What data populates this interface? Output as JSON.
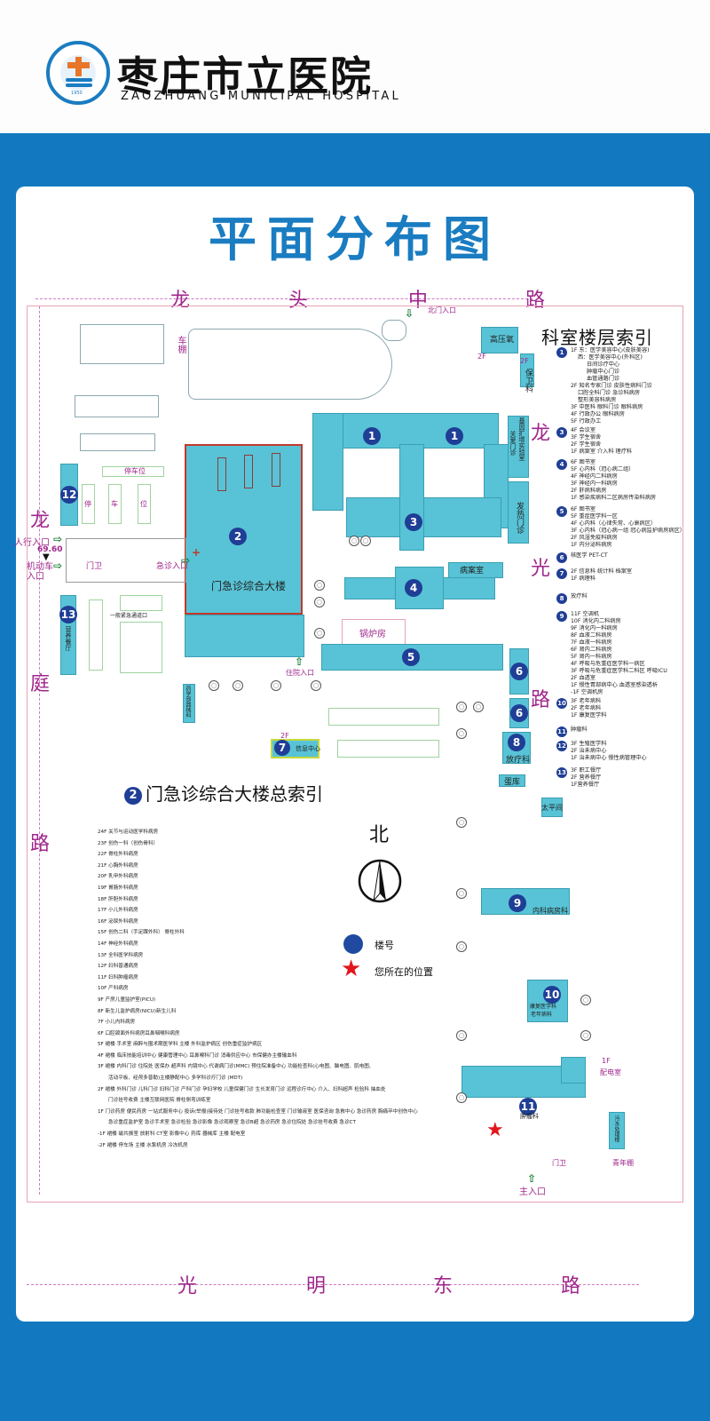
{
  "header": {
    "hospital_name_cn": "枣庄市立医院",
    "hospital_name_en": "ZAOZHUANG MUNICIPAL HOSPITAL",
    "logo_year": "1950"
  },
  "page_title": "平面分布图",
  "roads": {
    "north": [
      "龙",
      "头",
      "中",
      "路"
    ],
    "south": [
      "光",
      "明",
      "东",
      "路"
    ],
    "west": [
      "龙",
      "庭",
      "路"
    ],
    "east": [
      "龙",
      "光",
      "路"
    ]
  },
  "entrances": {
    "north_gate": "北门入口",
    "pedestrian": "人行入口",
    "elevation": "69.60",
    "vehicle": "机动车入口",
    "emergency": "急诊入口",
    "inpatient": "住院入口",
    "main": "主入口",
    "emergency_pass": "一般紧急通道口"
  },
  "map_labels": {
    "garage": "车棚",
    "parking": "停车位",
    "parking_chars": [
      "停",
      "车",
      "位"
    ],
    "guard": "门卫",
    "high_pressure_oxygen": "高压氧",
    "security": "保卫科",
    "floor_2f": "2F",
    "floor_1f": "1F",
    "gene_lab": "基因扩增实验室",
    "fever_clinic_related": "关爱门诊",
    "fever_clinic": "发热门诊",
    "pathology": "病案室",
    "boiler": "锅炉房",
    "pharmacy_equipment": "药学部器械科",
    "info_center": "信息中心",
    "radiotherapy": "放疗科",
    "warehouse": "蛋库",
    "morgue": "太平间",
    "internal_ward": "内科病房科",
    "rehab": "康复医学科",
    "geriatrics": "老年病科",
    "oncology": "肿瘤科",
    "power_room": "配电室",
    "sewage": "污水处理楼",
    "bike_shed": "青年棚",
    "canteen": "营养餐厅",
    "main_building": "门急诊综合大楼"
  },
  "buildings": [
    {
      "number": "1"
    },
    {
      "number": "2"
    },
    {
      "number": "3"
    },
    {
      "number": "4"
    },
    {
      "number": "5"
    },
    {
      "number": "6"
    },
    {
      "number": "7"
    },
    {
      "number": "8"
    },
    {
      "number": "9"
    },
    {
      "number": "10"
    },
    {
      "number": "11"
    },
    {
      "number": "12"
    },
    {
      "number": "13"
    }
  ],
  "department_index": {
    "title": "科室楼层索引",
    "entries": [
      {
        "number": "1",
        "lines": [
          "1F 东：医学美容中心(皮肤美容)",
          "西：医学美容中心(外科区)",
          "日间诊疗中心",
          "肿瘤中心门诊",
          "血管通路门诊",
          "2F 知名专家门诊 皮肤性病科门诊",
          "口腔全科门诊 急诊科病房",
          "整形美容科病房",
          "3F 中医科 眼科门诊 眼科病房",
          "4F 行政办公 眼科病房",
          "5F 行政办工"
        ]
      },
      {
        "number": "3",
        "lines": [
          "4F 会议室",
          "3F 学生宿舍",
          "2F 学生宿舍",
          "1F 病案室 介入科 理疗科"
        ]
      },
      {
        "number": "4",
        "lines": [
          "6F 图书室",
          "5F 心内科（冠心病二组）",
          "4F 神经内二科病房",
          "3F 神经内一科病房",
          "2F 肝病科病房",
          "1F 感染疾病科二区病房传染科病房"
        ]
      },
      {
        "number": "5",
        "lines": [
          "6F 图书室",
          "5F 重症医学科一区",
          "4F 心内科（心律失常、心衰病区）",
          "3F 心内科（冠心病一组 冠心病监护病房病区）",
          "2F 风湿免疫科病房",
          "1F 内分泌科病房"
        ]
      },
      {
        "number": "6",
        "lines": [
          "核医学 PET-CT"
        ]
      },
      {
        "number": "7",
        "lines": [
          "2F 信息科 统计科 档案室",
          "1F 病理科"
        ]
      },
      {
        "number": "8",
        "lines": [
          "放疗科"
        ]
      },
      {
        "number": "9",
        "lines": [
          "11F 空调机",
          "10F 消化内二科病房",
          "9F 消化内一科病房",
          "8F 血液二科病房",
          "7F 血液一科病房",
          "6F 肾内二科病房",
          "5F 肾内一科病房",
          "4F 呼吸与危重症医学科一病区",
          "3F 呼吸与危重症医学科二科区 呼吸ICU",
          "2F 血透室",
          "1F 慢性胃部病中心 血透室感染透析",
          "-1F 空调机房"
        ]
      },
      {
        "number": "10",
        "lines": [
          "3F 老年病科",
          "2F 老年病科",
          "1F 康复医学科"
        ]
      },
      {
        "number": "11",
        "lines": [
          "肿瘤科"
        ]
      },
      {
        "number": "12",
        "lines": [
          "3F 生殖医学科",
          "2F 治未病中心",
          "1F 治未病中心 慢性病管理中心"
        ]
      },
      {
        "number": "13",
        "lines": [
          "3F 职工餐厅",
          "2F 营养餐厅",
          "1F营养餐厅"
        ]
      }
    ]
  },
  "main_building_index": {
    "number": "2",
    "title": "门急诊综合大楼总索引",
    "floors": [
      "24F 关节与运动医学科病房",
      "23F 创伤一科（创伤骨科）",
      "22F 脊柱外科病房",
      "21F 心胸外科病房",
      "20F 乳甲外科病房",
      "19F 胃肠外科病房",
      "18F 肝胆外科病房",
      "17F 小儿外科病房",
      "16F 泌尿外科病房",
      "15F 创伤二科（手足踝外科） 脊柱外科",
      "14F 神经外科病房",
      "13F 全科医学科病房",
      "12F 妇科普通病房",
      "11F 妇科肿瘤病房",
      "10F 产科病房",
      "9F 产房儿童监护室(PICU)",
      "8F 新生儿监护病房(NICU)新生儿科",
      "7F 小儿内科病房",
      "6F 口腔颌面外科病房耳鼻咽喉科病房",
      "5F 裙楼 手术室 麻醉与围术期医学科 主楼 外科监护病区 创伤重症监护病区",
      "4F 裙楼 临床技能培训中心 健康管理中心 耳鼻喉科门诊 消毒供应中心 市保健办主楼输血科",
      "3F 裙楼 内科门诊 住院处 医保办 超声科 内镜中心 代谢病门诊(MMC) 预住院准备中心 功能检查科(心电图、脑电图、肌电图、",
      "活动平板、经颅多普勒)主楼静配中心 多学科诊疗门诊 (MDT)",
      "2F 裙楼 外科门诊 儿科门诊 妇科门诊 产科门诊 孕妇学校 儿童保健门诊 生长发育门诊 远程诊疗中心 介入、妇科超声 检验科 抽血处",
      "门诊挂号收费 主楼互联网医院 脊柱侧弯训练室",
      "1F 门诊药房 便民药房 一站式服务中心 投诉(举报)接待处 门诊挂号收款 肺功能检查室 门诊输液室 医保咨询 急救中心 急诊药房 胸痛卒中创伤中心",
      "急诊重症监护室 急诊手术室 急诊检验 急诊影像 急诊观察室 急诊B超 急诊药房 急诊住院处 急诊挂号收费 急诊CT",
      "-1F 裙楼 磁共振室 放射科 CT室 影像中心 药库 器械库 主楼 配电室",
      "-2F 裙楼 停车场 主楼 水泵机房 冷冻机房"
    ]
  },
  "compass": {
    "label": "北"
  },
  "legend": {
    "building_number": "楼号",
    "current_position": "您所在的位置"
  },
  "colors": {
    "brand_blue": "#1279c0",
    "building_cyan": "#58c3d6",
    "number_badge": "#1f3e96",
    "road_magenta": "#a0278c",
    "star_red": "#e3161b",
    "entrance_green": "#0f7a2e"
  }
}
